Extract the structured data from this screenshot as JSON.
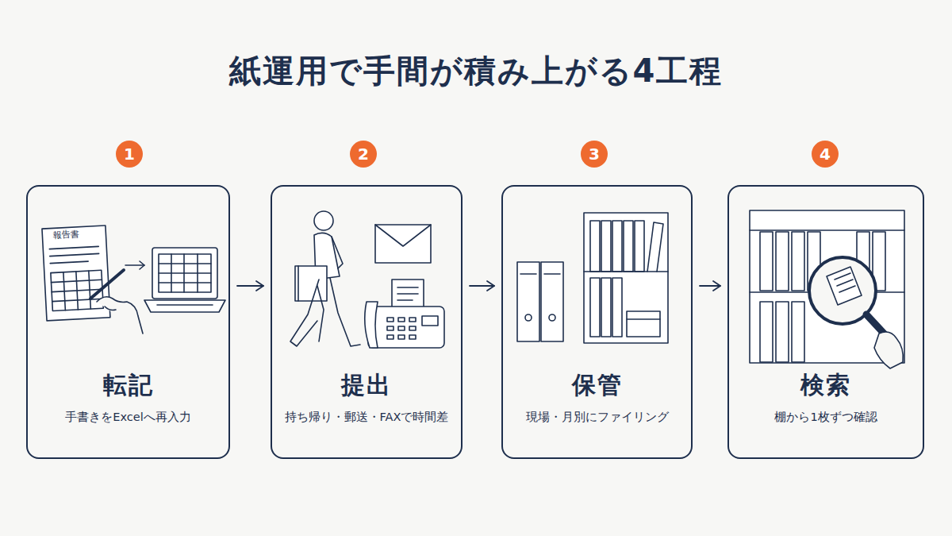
{
  "diagram": {
    "title": "紙運用で手間が積み上がる4工程",
    "nodes": [
      {
        "text": [
          "1"
        ]
      },
      {
        "text": [
          "転記",
          "手書きをExcelへ再入力"
        ]
      },
      {
        "text": [
          "2"
        ]
      },
      {
        "text": [
          "提出",
          "持ち帰り・郵送・FAXで時間差"
        ]
      },
      {
        "text": [
          "3"
        ]
      },
      {
        "text": [
          "保管",
          "現場・月別にファイリング"
        ]
      },
      {
        "text": [
          "4"
        ]
      },
      {
        "text": [
          "検索",
          "棚から1枚ずつ確認"
        ]
      }
    ],
    "edges": [
      {
        "from": 1,
        "to": 3,
        "arrow": "to"
      },
      {
        "from": 3,
        "to": 5,
        "arrow": "to"
      },
      {
        "from": 5,
        "to": 7,
        "arrow": "to"
      }
    ],
    "labels": [
      "報告書"
    ]
  }
}
